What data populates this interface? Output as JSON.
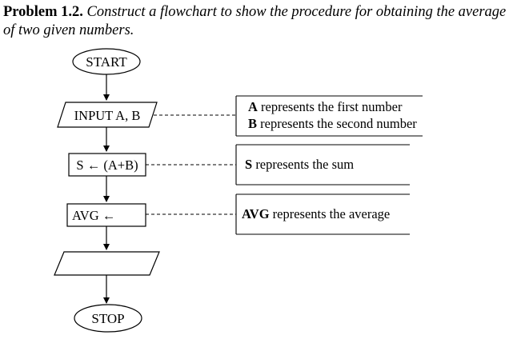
{
  "problem": {
    "label": "Problem 1.2.",
    "statement": "Construct a flowchart to show the procedure for obtaining the average of two given numbers."
  },
  "flowchart": {
    "start": "START",
    "input": "INPUT A, B",
    "sum_step": "S ← (A+B)",
    "avg_step": "AVG ←",
    "output": "",
    "stop": "STOP"
  },
  "annotations": {
    "input_a_bold": "A",
    "input_a_text": " represents the first number",
    "input_b_bold": "B",
    "input_b_text": " represents the second number",
    "sum_bold": "S",
    "sum_text": " represents the sum",
    "avg_bold": "AVG",
    "avg_text": " represents the average"
  }
}
